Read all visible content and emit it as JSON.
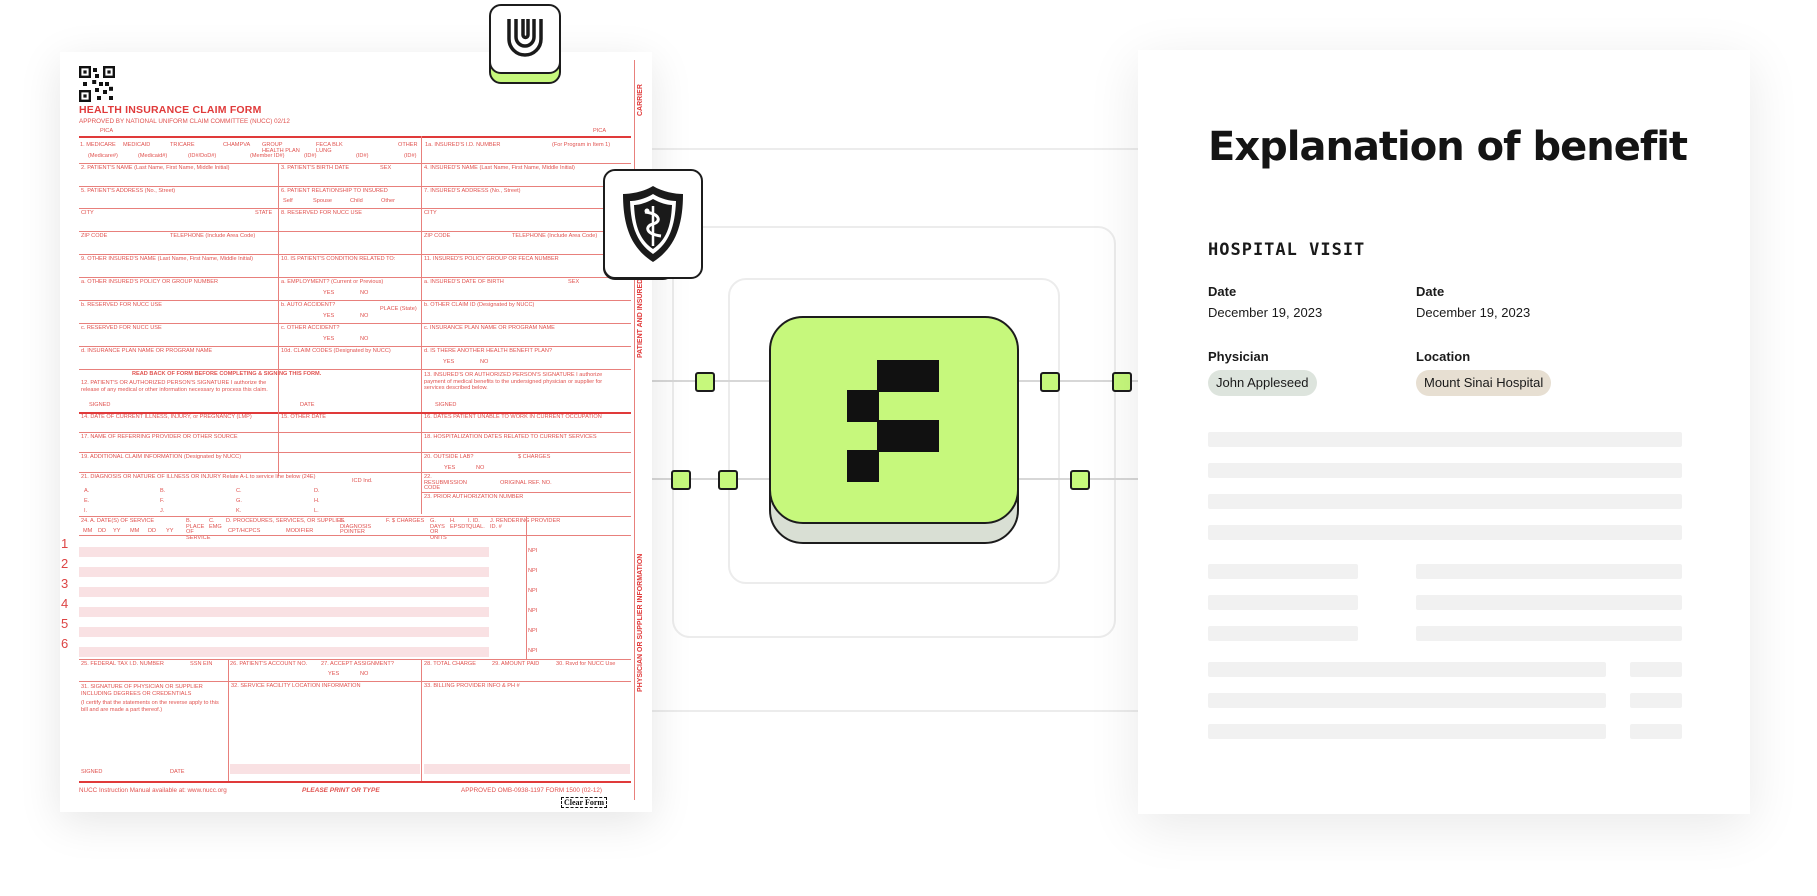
{
  "claim_form": {
    "title": "HEALTH INSURANCE CLAIM FORM",
    "approved": "APPROVED BY NATIONAL UNIFORM CLAIM COMMITTEE (NUCC) 02/12",
    "pica_left": "PICA",
    "pica_right": "PICA",
    "carrier": "CARRIER",
    "patient_insured": "PATIENT AND INSURED INFORMATION",
    "physician_supplier": "PHYSICIAN OR SUPPLIER INFORMATION",
    "plans": [
      "1. MEDICARE",
      "MEDICAID",
      "TRICARE",
      "CHAMPVA",
      "GROUP HEALTH PLAN",
      "FECA BLK LUNG",
      "OTHER"
    ],
    "plan_ids": [
      "(Medicare#)",
      "(Medicaid#)",
      "(ID#/DoD#)",
      "(Member ID#)",
      "(ID#)",
      "(ID#)",
      "(ID#)"
    ],
    "insured_id": "1a. INSURED'S I.D. NUMBER",
    "for_program": "(For Program in Item 1)",
    "fields_left": [
      "2. PATIENT'S NAME (Last Name, First Name, Middle Initial)",
      "5. PATIENT'S ADDRESS (No., Street)",
      "CITY",
      "ZIP CODE",
      "9. OTHER INSURED'S NAME (Last Name, First Name, Middle Initial)",
      "a. OTHER INSURED'S POLICY OR GROUP NUMBER",
      "b. RESERVED FOR NUCC USE",
      "c. RESERVED FOR NUCC USE",
      "d. INSURANCE PLAN NAME OR PROGRAM NAME"
    ],
    "fields_mid": [
      "3. PATIENT'S BIRTH DATE",
      "6. PATIENT RELATIONSHIP TO INSURED",
      "8. RESERVED FOR NUCC USE",
      "10. IS PATIENT'S CONDITION RELATED TO:",
      "a. EMPLOYMENT? (Current or Previous)",
      "b. AUTO ACCIDENT?",
      "c. OTHER ACCIDENT?",
      "10d. CLAIM CODES (Designated by NUCC)"
    ],
    "fields_right": [
      "4. INSURED'S NAME (Last Name, First Name, Middle Initial)",
      "7. INSURED'S ADDRESS (No., Street)",
      "CITY",
      "ZIP CODE",
      "11. INSURED'S POLICY GROUP OR FECA NUMBER",
      "a. INSURED'S DATE OF BIRTH",
      "b. OTHER CLAIM ID (Designated by NUCC)",
      "c. INSURANCE PLAN NAME OR PROGRAM NAME",
      "d. IS THERE ANOTHER HEALTH BENEFIT PLAN?"
    ],
    "state": "STATE",
    "telephone": "TELEPHONE (Include Area Code)",
    "sex": "SEX",
    "relation": [
      "Self",
      "Spouse",
      "Child",
      "Other"
    ],
    "yes": "YES",
    "no": "NO",
    "place_state": "PLACE (State)",
    "read_back": "READ BACK OF FORM BEFORE COMPLETING & SIGNING THIS FORM.",
    "sig12": "12. PATIENT'S OR AUTHORIZED PERSON'S SIGNATURE I authorize the release of any medical or other information necessary to process this claim.",
    "sig13": "13. INSURED'S OR AUTHORIZED PERSON'S SIGNATURE I authorize payment of medical benefits to the undersigned physician or supplier for services described below.",
    "signed": "SIGNED",
    "date": "DATE",
    "section2_left": [
      "14. DATE OF CURRENT ILLNESS, INJURY, or PREGNANCY (LMP)",
      "17. NAME OF REFERRING PROVIDER OR OTHER SOURCE",
      "19. ADDITIONAL CLAIM INFORMATION (Designated by NUCC)",
      "21. DIAGNOSIS OR NATURE OF ILLNESS OR INJURY Relate A-L to service line below (24E)"
    ],
    "section2_right": [
      "16. DATES PATIENT UNABLE TO WORK IN CURRENT OCCUPATION",
      "18. HOSPITALIZATION DATES RELATED TO CURRENT SERVICES",
      "20. OUTSIDE LAB?",
      "22. RESUBMISSION CODE",
      "23. PRIOR AUTHORIZATION NUMBER"
    ],
    "other_date": "15. OTHER DATE",
    "charges": "$ CHARGES",
    "original_ref": "ORIGINAL REF. NO.",
    "icd": "ICD Ind.",
    "diag_letters": [
      "A.",
      "B.",
      "C.",
      "D.",
      "E.",
      "F.",
      "G.",
      "H.",
      "I.",
      "J.",
      "K.",
      "L."
    ],
    "col24": [
      "24. A. DATE(S) OF SERVICE",
      "B. PLACE OF SERVICE",
      "C. EMG",
      "D. PROCEDURES, SERVICES, OR SUPPLIES",
      "E. DIAGNOSIS POINTER",
      "F. $ CHARGES",
      "G. DAYS OR UNITS",
      "H. EPSDT",
      "I. ID. QUAL.",
      "J. RENDERING PROVIDER ID. #"
    ],
    "col24_sub": [
      "MM",
      "DD",
      "YY",
      "MM",
      "DD",
      "YY",
      "CPT/HCPCS",
      "MODIFIER"
    ],
    "rows": [
      "1",
      "2",
      "3",
      "4",
      "5",
      "6"
    ],
    "npi": "NPI",
    "bottom_fields": [
      "25. FEDERAL TAX I.D. NUMBER",
      "SSN EIN",
      "26. PATIENT'S ACCOUNT NO.",
      "27. ACCEPT ASSIGNMENT?",
      "28. TOTAL CHARGE",
      "29. AMOUNT PAID",
      "30. Rsvd for NUCC Use"
    ],
    "field31": "31. SIGNATURE OF PHYSICIAN OR SUPPLIER INCLUDING DEGREES OR CREDENTIALS",
    "field31_note": "(I certify that the statements on the reverse apply to this bill and are made a part thereof.)",
    "field32": "32. SERVICE FACILITY LOCATION INFORMATION",
    "field33": "33. BILLING PROVIDER INFO & PH #",
    "footer_left": "NUCC Instruction Manual available at: www.nucc.org",
    "footer_mid": "PLEASE PRINT OR TYPE",
    "footer_right": "APPROVED OMB-0938-1197 FORM 1500 (02-12)",
    "clear_form": "Clear Form"
  },
  "payer_logos": [
    {
      "icon": "unitedhealthcare-logo-icon"
    },
    {
      "icon": "blue-shield-caduceus-icon"
    }
  ],
  "hub": {
    "icon": "f-pixel-logo-icon",
    "accent": "#c6f87c"
  },
  "eob": {
    "title": "Explanation of benefit",
    "section": "HOSPITAL VISIT",
    "date_label_1": "Date",
    "date_value_1": "December 19, 2023",
    "date_label_2": "Date",
    "date_value_2": "December 19, 2023",
    "physician_label": "Physician",
    "physician_value": "John Appleseed",
    "location_label": "Location",
    "location_value": "Mount Sinai Hospital",
    "physician_pill_color": "#dde4dd",
    "location_pill_color": "#e7dfd2"
  }
}
